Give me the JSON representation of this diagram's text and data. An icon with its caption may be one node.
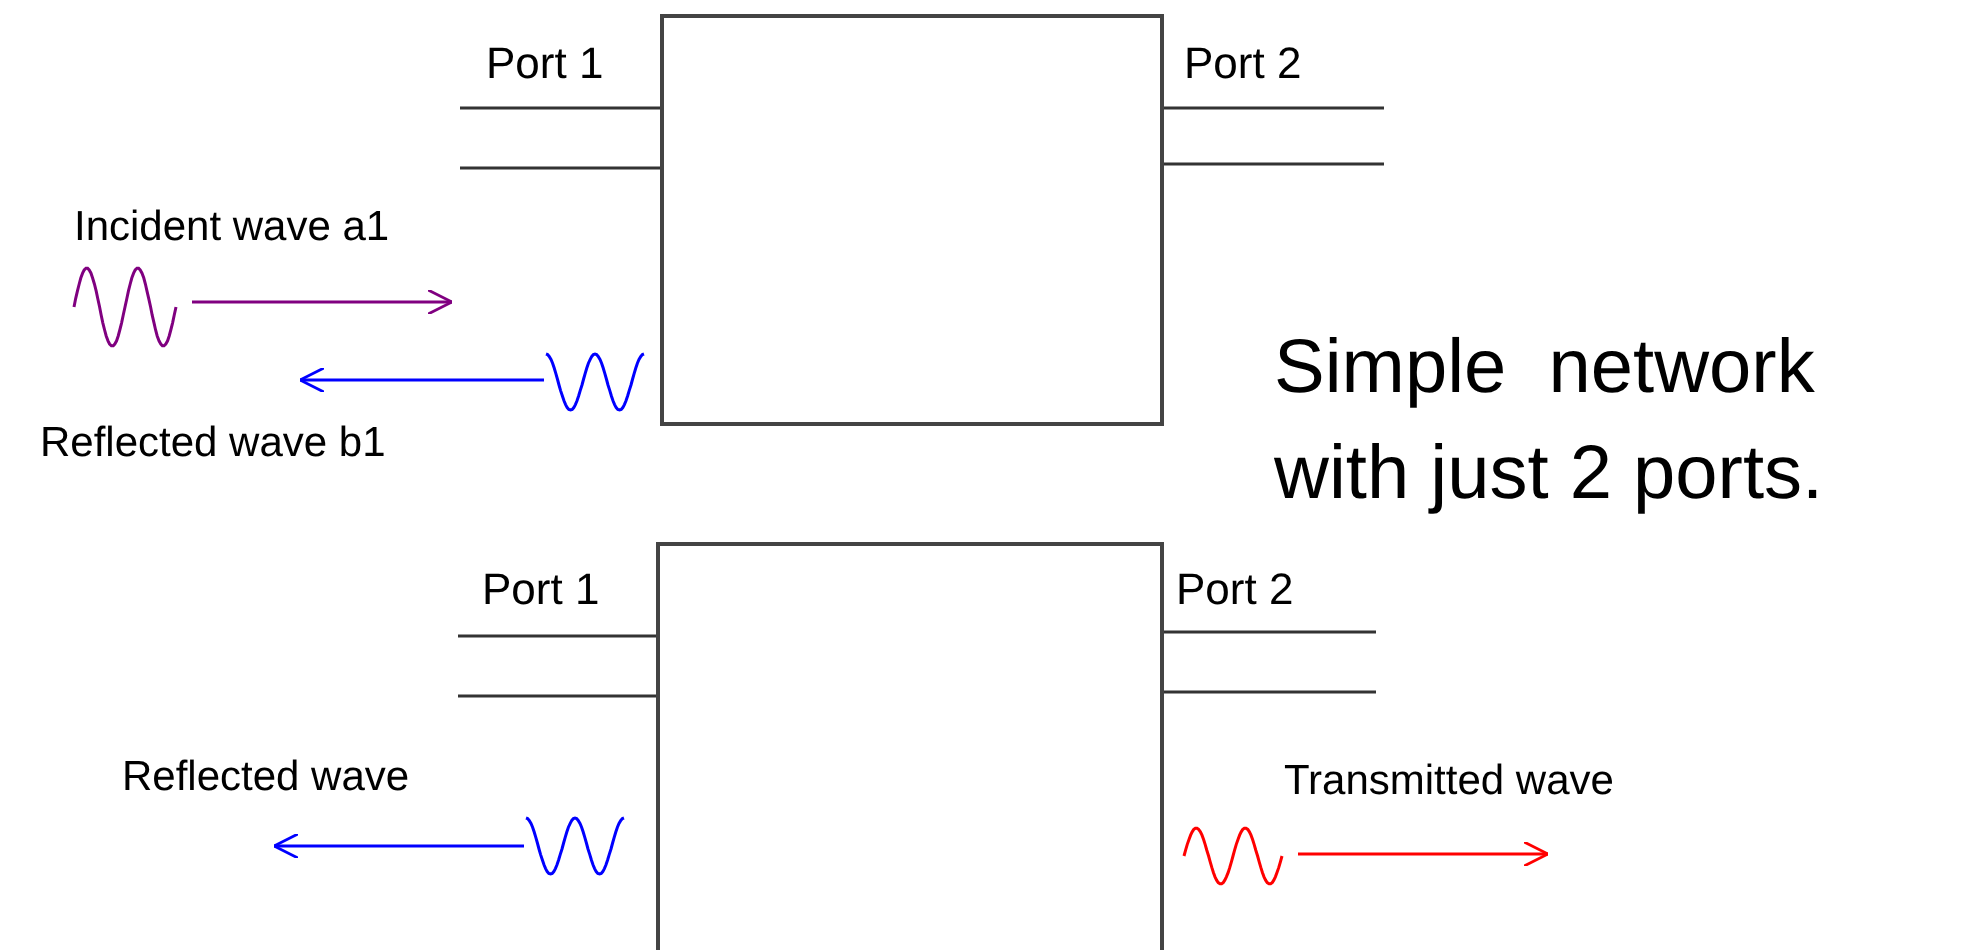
{
  "diagram": {
    "nodes": [
      {
        "text": [],
        "shape": "box",
        "beside": [
          "Port 1",
          "Port 2"
        ]
      },
      {
        "text": [],
        "shape": "box",
        "beside": [
          "Port 1",
          "Port 2"
        ]
      },
      {
        "text": [],
        "shape": "wave",
        "beside": [
          "Incident wave a1"
        ]
      },
      {
        "text": [],
        "shape": "wave"
      },
      {
        "text": [],
        "shape": "wave",
        "beside": [
          "Reflected wave"
        ]
      },
      {
        "text": [],
        "shape": "wave",
        "beside": [
          "Transmitted wave"
        ]
      }
    ],
    "edges": [
      {
        "from": 2,
        "to": null,
        "arrow": "to",
        "color": "#800080"
      },
      {
        "from": 3,
        "to": null,
        "arrow": "to",
        "color": "#0000ff"
      },
      {
        "from": 4,
        "to": null,
        "arrow": "to",
        "color": "#0000ff"
      },
      {
        "from": 5,
        "to": null,
        "arrow": "to",
        "color": "#ff0000"
      }
    ],
    "labels": [
      "Simple  network with just 2 ports.",
      "Reflected wave b1"
    ]
  }
}
